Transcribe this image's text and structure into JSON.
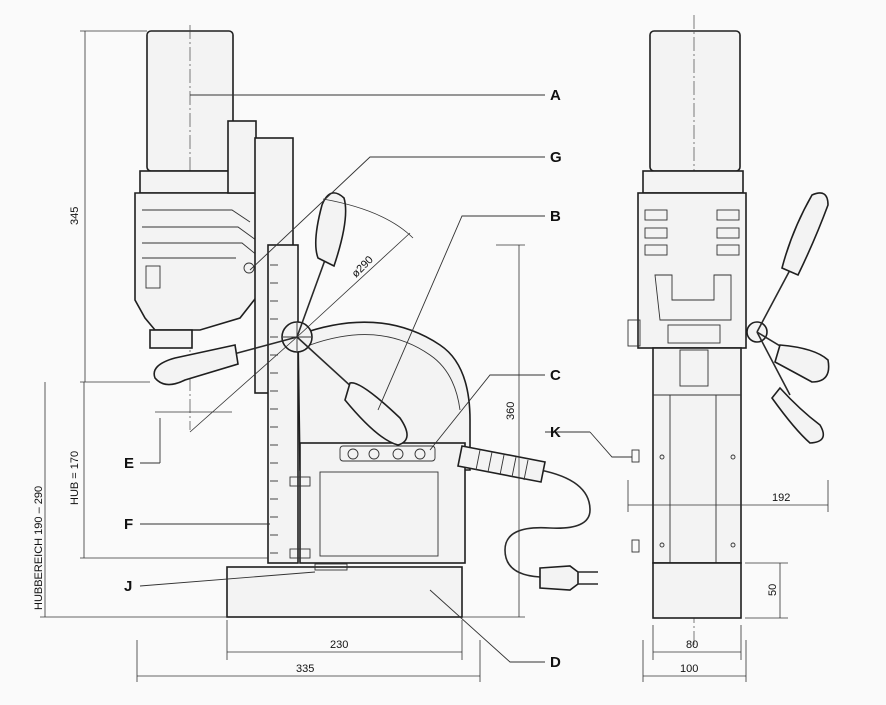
{
  "callouts": {
    "a": "A",
    "b": "B",
    "c": "C",
    "d": "D",
    "e": "E",
    "f": "F",
    "g": "G",
    "j": "J",
    "k": "K"
  },
  "dimensions": {
    "height_total": "345",
    "stroke_range": "HUBBEREICH 190 – 290",
    "stroke": "HUB = 170",
    "column_height": "360",
    "handle_diameter": "ø290",
    "base_width": "230",
    "overall_width": "335",
    "side_depth": "192",
    "foot_width": "80",
    "base_depth": "100",
    "foot_height": "50"
  }
}
